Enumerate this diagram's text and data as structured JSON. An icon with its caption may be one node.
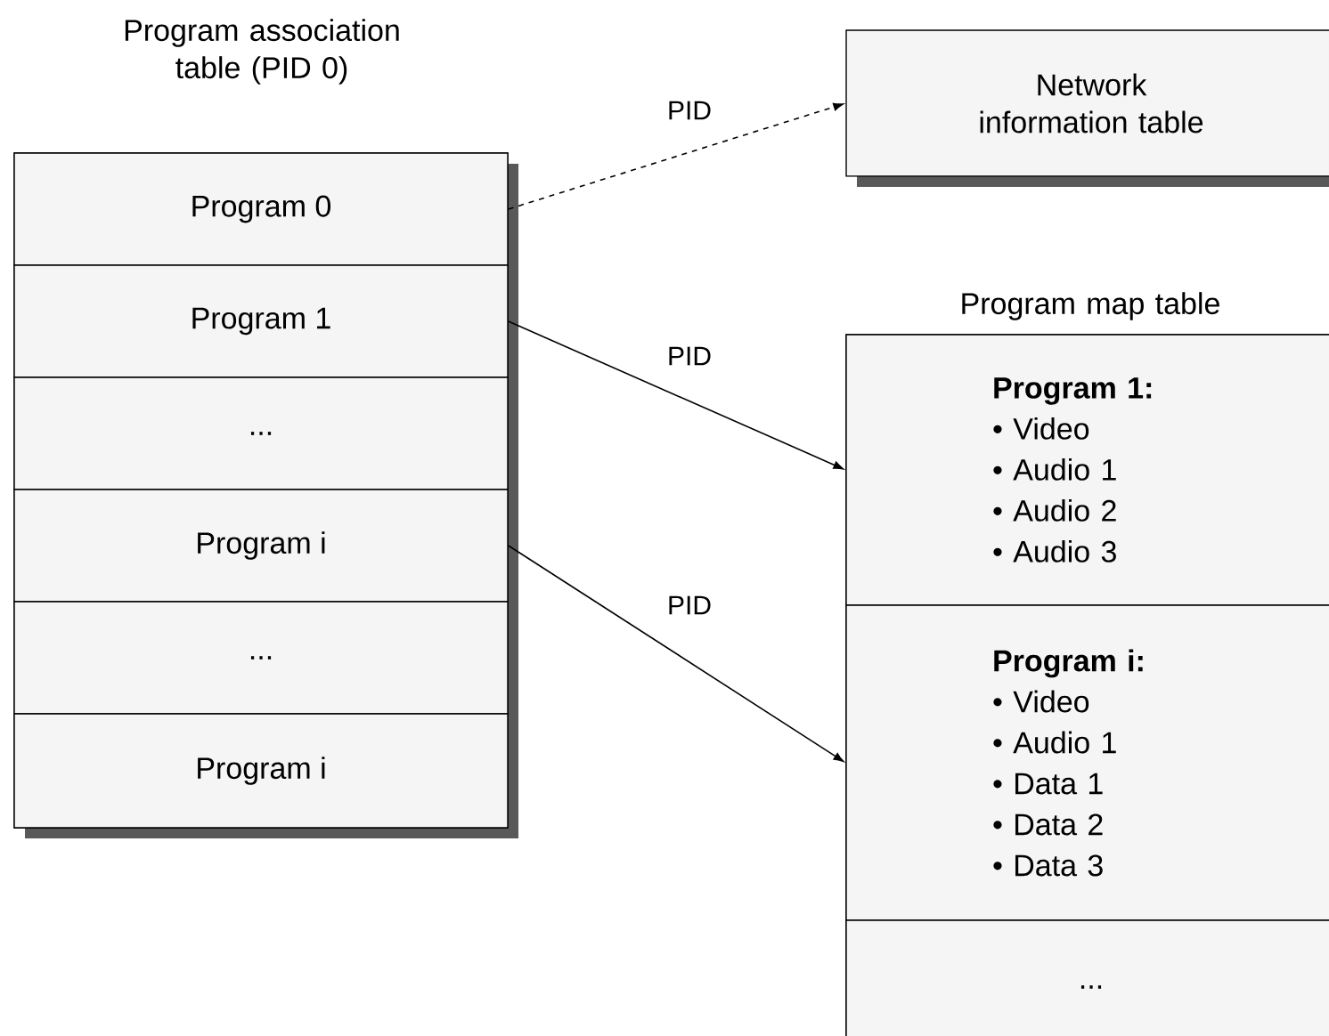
{
  "diagram": {
    "nodes": [
      {
        "text": [
          "Program association table (PID 0)"
        ]
      },
      {
        "text": [
          "Program 0"
        ],
        "in": 0
      },
      {
        "text": [
          "Program 1"
        ],
        "in": 0
      },
      {
        "text": [
          "..."
        ],
        "in": 0
      },
      {
        "text": [
          "Program i"
        ],
        "in": 0
      },
      {
        "text": [
          "..."
        ],
        "in": 0
      },
      {
        "text": [
          "Program i"
        ],
        "in": 0
      },
      {
        "text": [
          "Network information table"
        ]
      },
      {
        "text": [
          "Program map table"
        ]
      },
      {
        "text": [
          "Program 1:",
          "• Video",
          "• Audio 1",
          "• Audio 2",
          "• Audio 3"
        ],
        "in": 8
      },
      {
        "text": [
          "Program i:",
          "• Video",
          "• Audio 1",
          "• Data 1",
          "• Data 2",
          "• Data 3"
        ],
        "in": 8
      },
      {
        "text": [
          "..."
        ],
        "in": 8
      }
    ],
    "edges": [
      {
        "from": 1,
        "to": 7,
        "arrow": "to",
        "label": "PID",
        "style": "dashed"
      },
      {
        "from": 2,
        "to": 9,
        "arrow": "to",
        "label": "PID"
      },
      {
        "from": 4,
        "to": 10,
        "arrow": "to",
        "label": "PID"
      }
    ]
  }
}
